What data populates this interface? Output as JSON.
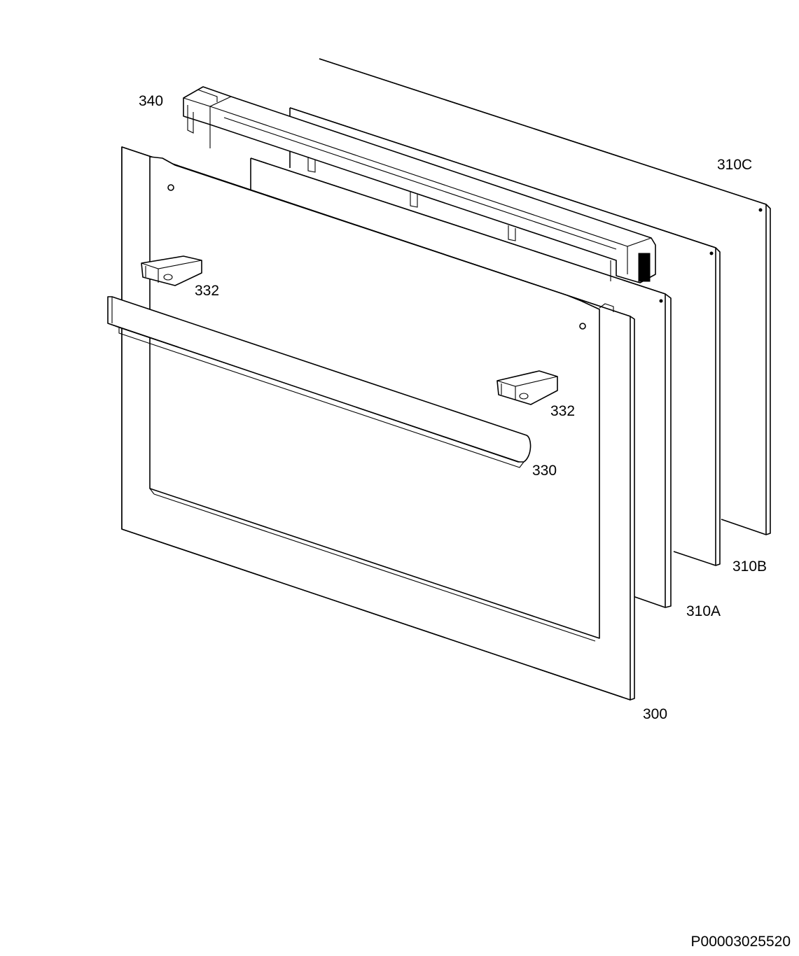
{
  "callouts": {
    "door_frame": "300",
    "glass_inner_a": "310A",
    "glass_middle_b": "310B",
    "glass_rear_c": "310C",
    "handle": "330",
    "handle_bracket_left": "332",
    "handle_bracket_right": "332",
    "top_trim_profile": "340"
  },
  "document_id": "P00003025520"
}
